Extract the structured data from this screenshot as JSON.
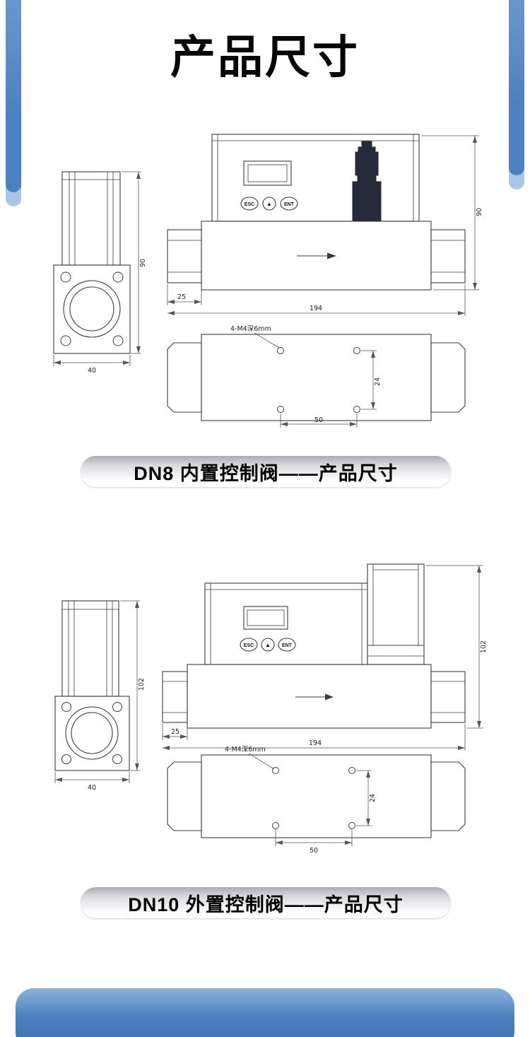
{
  "theme": {
    "accent_blue": "#4d80bf",
    "accent_blue_light": "#a9c6e6",
    "accent_blue_deep": "#3f70ae",
    "line_color": "#3b3b3b",
    "valve_fill": "#262b3a",
    "pill_top": "#aaaab2"
  },
  "header": {
    "title": "产品尺寸"
  },
  "sections": [
    {
      "id": "dn8",
      "caption": "DN8  内置控制阀——产品尺寸",
      "buttons": {
        "esc": "ESC",
        "up": "▲",
        "ent": "ENT"
      },
      "dimensions": {
        "total_height": "90",
        "base_width": "40",
        "inlet_offset": "25",
        "total_length": "194",
        "hole_vertical_spacing": "24",
        "hole_horizontal_spacing": "50",
        "mount_thread": "4-M4深6mm"
      }
    },
    {
      "id": "dn10",
      "caption": "DN10  外置控制阀——产品尺寸",
      "buttons": {
        "esc": "ESC",
        "up": "▲",
        "ent": "ENT"
      },
      "dimensions": {
        "total_height": "102",
        "base_width": "40",
        "inlet_offset": "25",
        "total_length": "194",
        "hole_vertical_spacing": "24",
        "hole_horizontal_spacing": "50",
        "mount_thread": "4-M4深6mm"
      }
    }
  ]
}
